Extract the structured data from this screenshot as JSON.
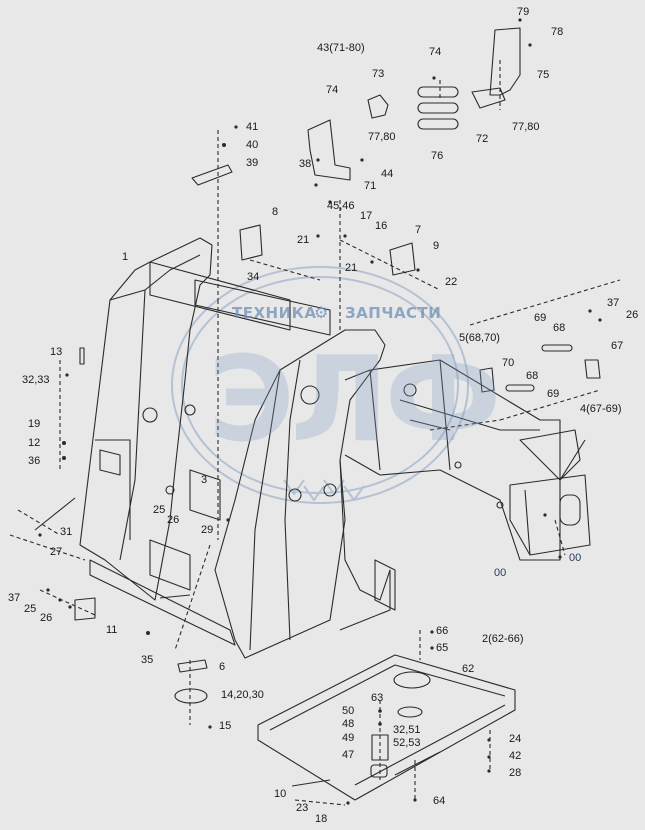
{
  "diagram": {
    "watermark": {
      "left": "ТЕХНИКА",
      "right": "ЗАПЧАСТИ",
      "big": "ЭЛФ"
    },
    "colors": {
      "line": "#2b2b2b",
      "background": "#e8e8e8",
      "watermark": "#6c8fb7"
    },
    "labels": [
      {
        "id": "l79",
        "text": "79"
      },
      {
        "id": "l78",
        "text": "78"
      },
      {
        "id": "l75",
        "text": "75"
      },
      {
        "id": "l43",
        "text": "43(71-80)"
      },
      {
        "id": "l74a",
        "text": "74"
      },
      {
        "id": "l73",
        "text": "73"
      },
      {
        "id": "l74b",
        "text": "74"
      },
      {
        "id": "l7780a",
        "text": "77,80"
      },
      {
        "id": "l76",
        "text": "76"
      },
      {
        "id": "l72",
        "text": "72"
      },
      {
        "id": "l7780b",
        "text": "77,80"
      },
      {
        "id": "l41",
        "text": "41"
      },
      {
        "id": "l40",
        "text": "40"
      },
      {
        "id": "l39",
        "text": "39"
      },
      {
        "id": "l38",
        "text": "38"
      },
      {
        "id": "l44",
        "text": "44"
      },
      {
        "id": "l71",
        "text": "71"
      },
      {
        "id": "l4546",
        "text": "45,46"
      },
      {
        "id": "l17",
        "text": "17"
      },
      {
        "id": "l16",
        "text": "16"
      },
      {
        "id": "l8",
        "text": "8"
      },
      {
        "id": "l21a",
        "text": "21"
      },
      {
        "id": "l7",
        "text": "7"
      },
      {
        "id": "l9",
        "text": "9"
      },
      {
        "id": "l21b",
        "text": "21"
      },
      {
        "id": "l22",
        "text": "22"
      },
      {
        "id": "l1",
        "text": "1"
      },
      {
        "id": "l34",
        "text": "34"
      },
      {
        "id": "l37a",
        "text": "37"
      },
      {
        "id": "l26a",
        "text": "26"
      },
      {
        "id": "l69a",
        "text": "69"
      },
      {
        "id": "l68a",
        "text": "68"
      },
      {
        "id": "l5",
        "text": "5(68,70)"
      },
      {
        "id": "l67",
        "text": "67"
      },
      {
        "id": "l70",
        "text": "70"
      },
      {
        "id": "l68b",
        "text": "68"
      },
      {
        "id": "l69b",
        "text": "69"
      },
      {
        "id": "l4",
        "text": "4(67-69)"
      },
      {
        "id": "l13",
        "text": "13"
      },
      {
        "id": "l3233a",
        "text": "32,33"
      },
      {
        "id": "l19",
        "text": "19"
      },
      {
        "id": "l12",
        "text": "12"
      },
      {
        "id": "l36",
        "text": "36"
      },
      {
        "id": "l3",
        "text": "3"
      },
      {
        "id": "l25a",
        "text": "25"
      },
      {
        "id": "l26b",
        "text": "26"
      },
      {
        "id": "l29",
        "text": "29"
      },
      {
        "id": "l31",
        "text": "31"
      },
      {
        "id": "l27",
        "text": "27"
      },
      {
        "id": "l37b",
        "text": "37"
      },
      {
        "id": "l25b",
        "text": "25"
      },
      {
        "id": "l26c",
        "text": "26"
      },
      {
        "id": "l11",
        "text": "11"
      },
      {
        "id": "l35",
        "text": "35"
      },
      {
        "id": "l6",
        "text": "6"
      },
      {
        "id": "l142030",
        "text": "14,20,30"
      },
      {
        "id": "l15",
        "text": "15"
      },
      {
        "id": "l00a",
        "text": "00"
      },
      {
        "id": "l00b",
        "text": "00"
      },
      {
        "id": "l66",
        "text": "66"
      },
      {
        "id": "l65",
        "text": "65"
      },
      {
        "id": "l2",
        "text": "2(62-66)"
      },
      {
        "id": "l62",
        "text": "62"
      },
      {
        "id": "l63",
        "text": "63"
      },
      {
        "id": "l50",
        "text": "50"
      },
      {
        "id": "l48",
        "text": "48"
      },
      {
        "id": "l49",
        "text": "49"
      },
      {
        "id": "l47",
        "text": "47"
      },
      {
        "id": "l3251",
        "text": "32,51"
      },
      {
        "id": "l5253",
        "text": "52,53"
      },
      {
        "id": "l24",
        "text": "24"
      },
      {
        "id": "l42",
        "text": "42"
      },
      {
        "id": "l28",
        "text": "28"
      },
      {
        "id": "l64",
        "text": "64"
      },
      {
        "id": "l10",
        "text": "10"
      },
      {
        "id": "l23",
        "text": "23"
      },
      {
        "id": "l18",
        "text": "18"
      }
    ]
  }
}
